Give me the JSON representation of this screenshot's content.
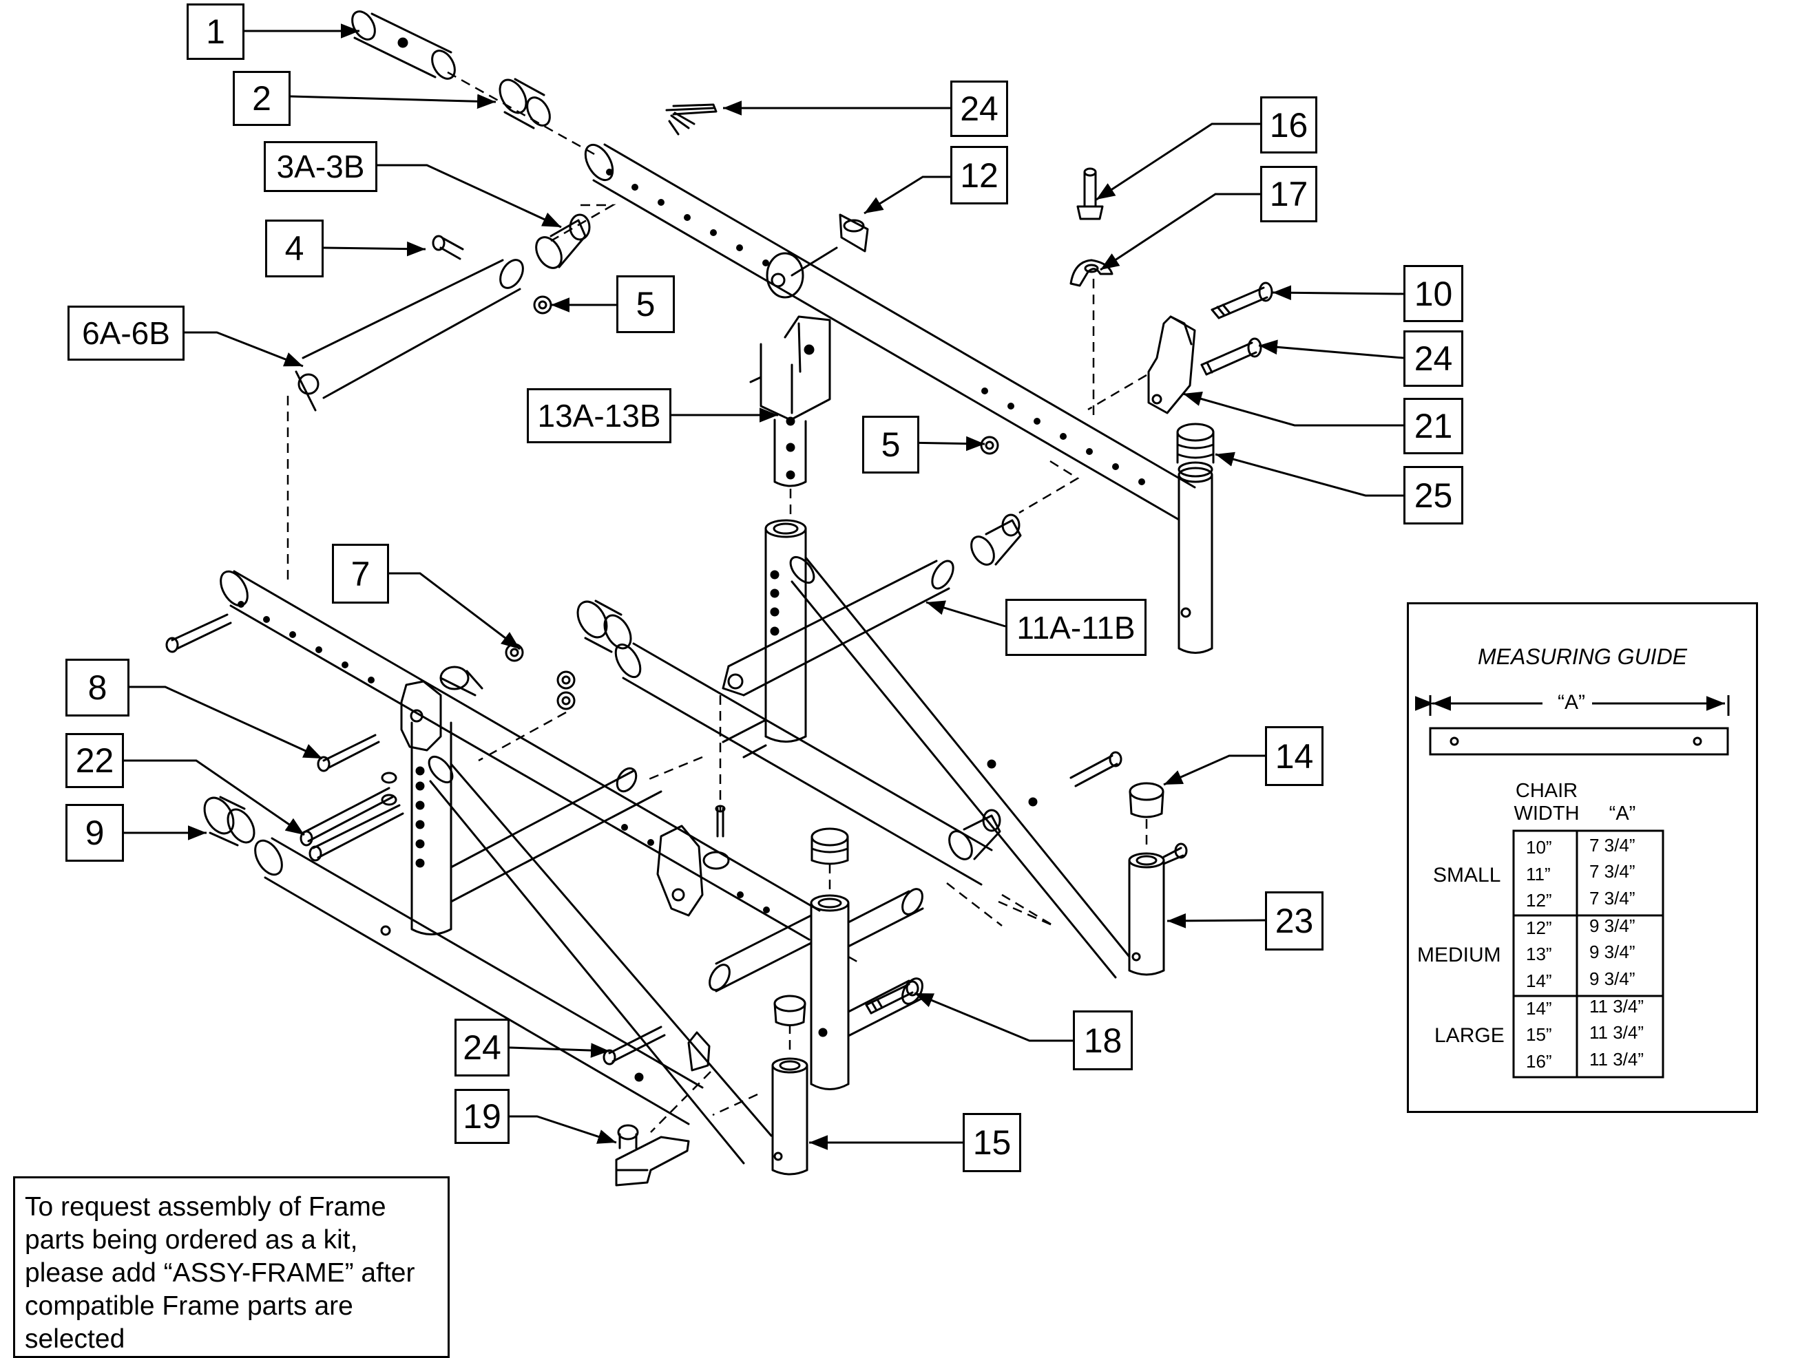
{
  "callouts": [
    {
      "id": "c1",
      "label": "1"
    },
    {
      "id": "c2",
      "label": "2"
    },
    {
      "id": "c3",
      "label": "3A-3B"
    },
    {
      "id": "c4",
      "label": "4"
    },
    {
      "id": "c5a",
      "label": "5"
    },
    {
      "id": "c6",
      "label": "6A-6B"
    },
    {
      "id": "c7",
      "label": "7"
    },
    {
      "id": "c8",
      "label": "8"
    },
    {
      "id": "c22",
      "label": "22"
    },
    {
      "id": "c9",
      "label": "9"
    },
    {
      "id": "c24a",
      "label": "24"
    },
    {
      "id": "c12",
      "label": "12"
    },
    {
      "id": "c13",
      "label": "13A-13B"
    },
    {
      "id": "c5b",
      "label": "5"
    },
    {
      "id": "c16",
      "label": "16"
    },
    {
      "id": "c17",
      "label": "17"
    },
    {
      "id": "c10",
      "label": "10"
    },
    {
      "id": "c24b",
      "label": "24"
    },
    {
      "id": "c21",
      "label": "21"
    },
    {
      "id": "c25",
      "label": "25"
    },
    {
      "id": "c11",
      "label": "11A-11B"
    },
    {
      "id": "c14",
      "label": "14"
    },
    {
      "id": "c23",
      "label": "23"
    },
    {
      "id": "c18",
      "label": "18"
    },
    {
      "id": "c24c",
      "label": "24"
    },
    {
      "id": "c19",
      "label": "19"
    },
    {
      "id": "c15",
      "label": "15"
    }
  ],
  "note": {
    "lines": [
      "To request assembly of Frame",
      "parts being ordered as a kit,",
      "please add “ASSY-FRAME” after",
      "compatible Frame parts are",
      "selected"
    ]
  },
  "measuring_guide": {
    "title": "MEASURING GUIDE",
    "dimension_label": "“A”",
    "col_headers": [
      "CHAIR",
      "WIDTH",
      "“A”"
    ],
    "groups": [
      {
        "name": "SMALL",
        "rows": [
          [
            "10”",
            "7 3/4”"
          ],
          [
            "11”",
            "7 3/4”"
          ],
          [
            "12”",
            "7 3/4”"
          ]
        ]
      },
      {
        "name": "MEDIUM",
        "rows": [
          [
            "12”",
            "9 3/4”"
          ],
          [
            "13”",
            "9 3/4”"
          ],
          [
            "14”",
            "9 3/4”"
          ]
        ]
      },
      {
        "name": "LARGE",
        "rows": [
          [
            "14”",
            "11 3/4”"
          ],
          [
            "15”",
            "11 3/4”"
          ],
          [
            "16”",
            "11 3/4”"
          ]
        ]
      }
    ]
  }
}
